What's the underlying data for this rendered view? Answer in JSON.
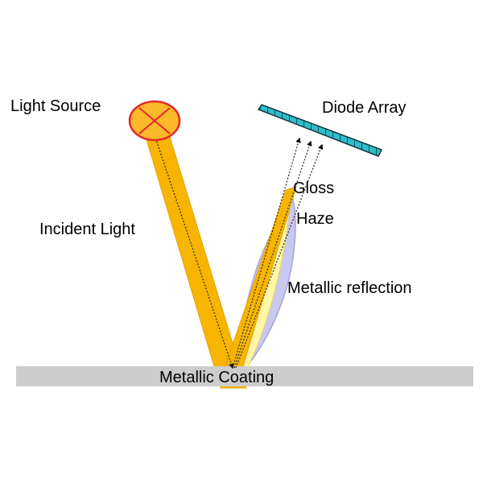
{
  "labels": {
    "light_source": "Light Source",
    "diode_array": "Diode Array",
    "gloss": "Gloss",
    "haze": "Haze",
    "incident_light": "Incident Light",
    "metallic_reflection": "Metallic reflection",
    "metallic_coating": "Metallic Coating"
  },
  "colors": {
    "beam": "#f7b500",
    "beam_edge": "#e6a100",
    "pale_beam": "#fff6a8",
    "haze_fill": "#c9c8ef",
    "haze_edge": "#a5a3dd",
    "source_fill": "#fbb829",
    "source_stroke": "#e8262a",
    "diode_fill": "#30bcc8",
    "diode_edge": "#14393f",
    "coating": "#cccccc",
    "text": "#000000"
  },
  "icons": {
    "light_source": "lamp-icon",
    "diode_array": "sensor-array-icon"
  }
}
